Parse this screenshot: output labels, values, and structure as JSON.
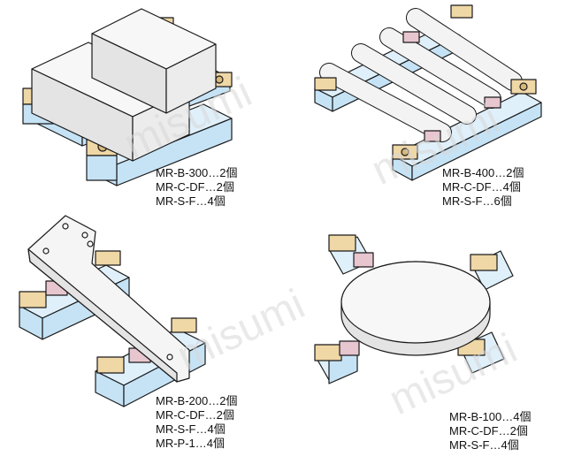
{
  "watermark": "misumi",
  "colors": {
    "base_top": "#dff0fb",
    "base_side": "#c6e3f6",
    "base_edge": "#1a1a1a",
    "clamp_tan": "#efd7a6",
    "clamp_tan_dark": "#d8b77a",
    "clamp_pink": "#e8c6cf",
    "clamp_dark": "#4a4a4a",
    "workpiece": "#f7f7f7",
    "workpiece_side": "#e4e4e4",
    "watermark": "#d8d8d8"
  },
  "layouts": [
    {
      "id": "blocks",
      "parts": [
        "MR-B-300…2個",
        "MR-C-DF…2個",
        "MR-S-F…4個"
      ]
    },
    {
      "id": "rods",
      "parts": [
        "MR-B-400…2個",
        "MR-C-DF…4個",
        "MR-S-F…6個"
      ]
    },
    {
      "id": "plate",
      "parts": [
        "MR-B-200…2個",
        "MR-C-DF…2個",
        "MR-S-F…4個",
        "MR-P-1…4個"
      ]
    },
    {
      "id": "disc",
      "parts": [
        "MR-B-100…4個",
        "MR-C-DF…2個",
        "MR-S-F…4個"
      ]
    }
  ]
}
